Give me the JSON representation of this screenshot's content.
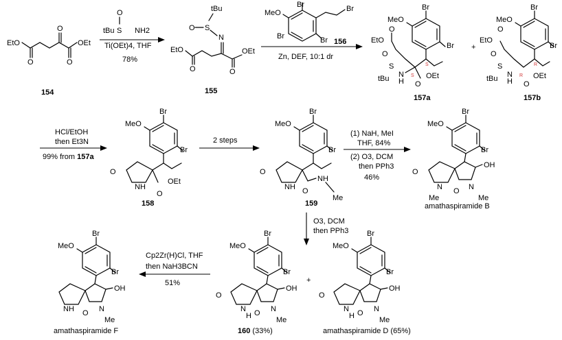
{
  "compounds": {
    "c154": "154",
    "c155": "155",
    "c156": "156",
    "c157a": "157a",
    "c157b": "157b",
    "c158": "158",
    "c159": "159",
    "c160": "160",
    "c160_yield": "(33%)",
    "amathB": "amathaspiramide B",
    "amathD": "amathaspiramide D (65%)",
    "amathF": "amathaspiramide F"
  },
  "reagents": {
    "step1_line1": "tBu–S(O)–NH2",
    "step1_line2": "Ti(OEt)4, THF",
    "step1_yield": "78%",
    "step2_label": "156",
    "step2_line": "Zn, DEF, 10:1 dr",
    "step3_line1": "HCl/EtOH",
    "step3_line2": "then Et3N",
    "step3_line3a": "99% from ",
    "step3_line3b": "157a",
    "step4": "2 steps",
    "step5_line1": "(1) NaH, MeI",
    "step5_line2": "THF, 84%",
    "step5_line3": "(2) O3, DCM",
    "step5_line4": "then PPh3",
    "step5_line5": "46%",
    "step6_line1": "O3, DCM",
    "step6_line2": "then PPh3",
    "step7_line1": "Cp2Zr(H)Cl, THF",
    "step7_line2": "then NaH3BCN",
    "step7_line3": "51%"
  },
  "atoms": {
    "EtO": "EtO",
    "OEt": "OEt",
    "O": "O",
    "S": "S",
    "N": "N",
    "NH2": "NH2",
    "tBu": "tBu",
    "MeO": "MeO",
    "Br": "Br",
    "H": "H",
    "NH": "NH",
    "Me": "Me",
    "OH": "OH",
    "plus": "+"
  },
  "stereo_labels": {
    "s5": "S",
    "s9": "S",
    "r5": "R",
    "r9": "R"
  }
}
